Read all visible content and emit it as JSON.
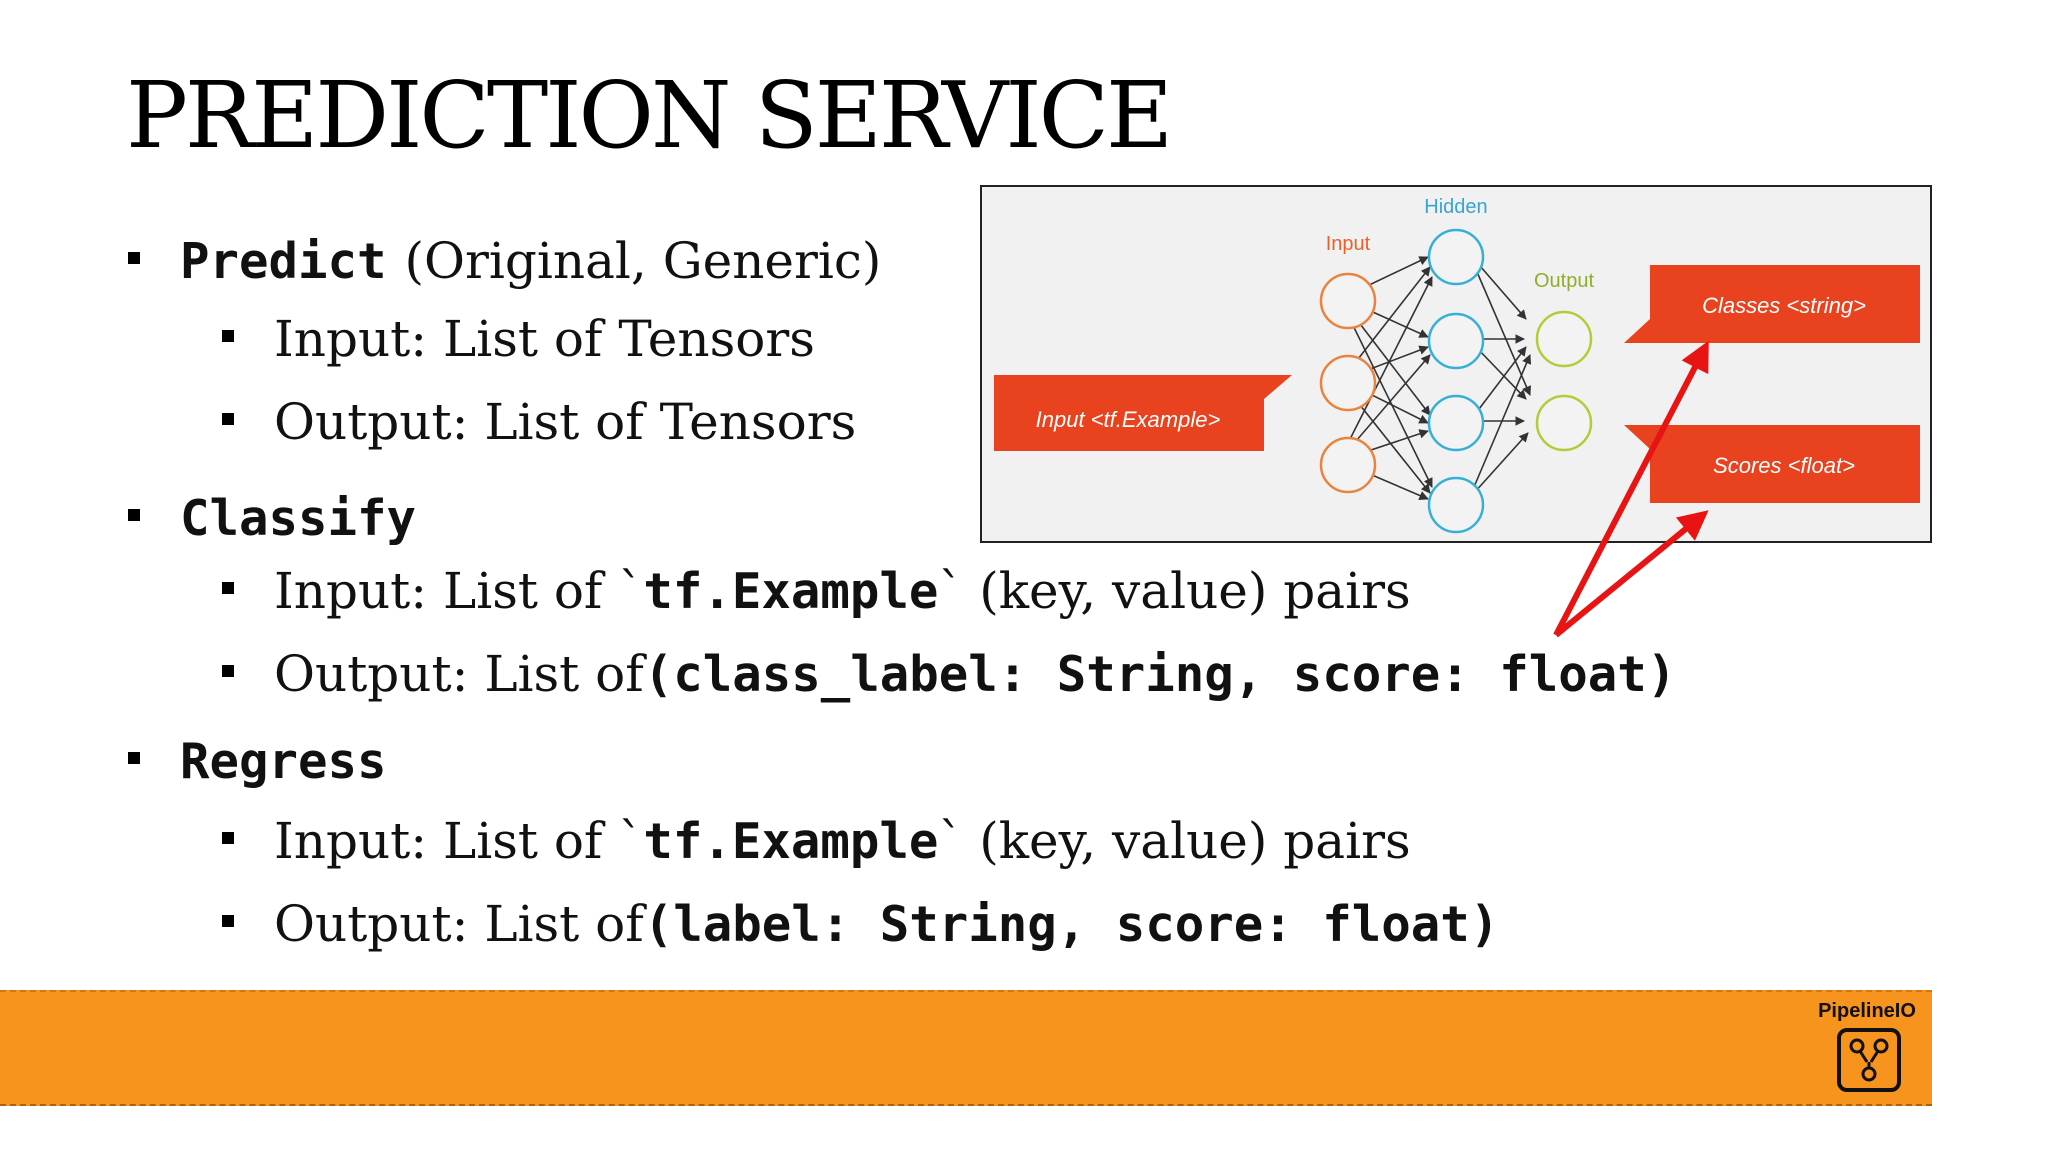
{
  "title": "PREDICTION SERVICE",
  "items": [
    {
      "mono": "Predict",
      "serif": "(Original, Generic)"
    },
    {
      "serif": "Input: List of Tensors"
    },
    {
      "serif": "Output: List of Tensors"
    },
    {
      "mono": "Classify"
    },
    {
      "serif_a": "Input:  List of `",
      "mono_b": "tf.Example",
      "serif_c": "` (key, value) pairs"
    },
    {
      "serif_a": "Output:  List of ",
      "mono_b": "(class_label: String, score: float)"
    },
    {
      "mono": "Regress"
    },
    {
      "serif_a": "Input:  List of `",
      "mono_b": "tf.Example",
      "serif_c": "` (key, value) pairs"
    },
    {
      "serif_a": "Output:  List of ",
      "mono_b": "(label: String, score: float)"
    }
  ],
  "diagram": {
    "hidden_label": "Hidden",
    "input_label": "Input",
    "output_label": "Output",
    "input_box": "Input <tf.Example>",
    "classes_box": "Classes <string>",
    "scores_box": "Scores <float>"
  },
  "logo": {
    "text": "PipelineIO"
  },
  "colors": {
    "accent_orange": "#f7941d",
    "diagram_red": "#e8421f",
    "arrow_red": "#e81414"
  }
}
